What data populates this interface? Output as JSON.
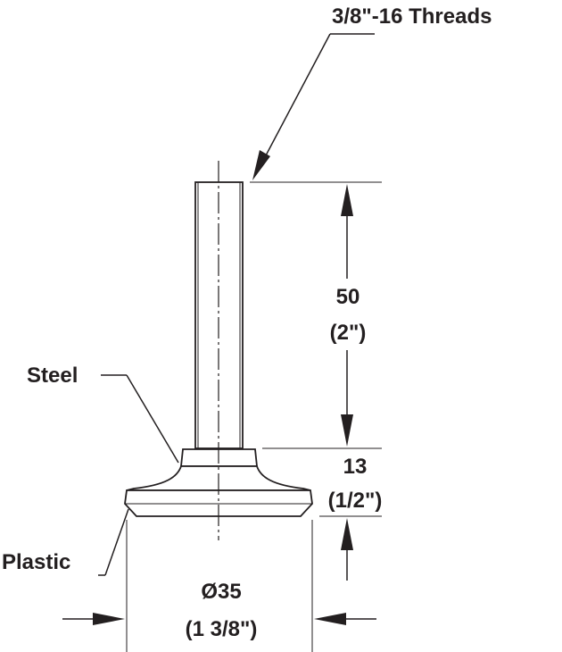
{
  "labels": {
    "threads": "3/8\"-16 Threads",
    "height_mm": "50",
    "height_in": "(2\")",
    "base_mm": "13",
    "base_in": "(1/2\")",
    "diameter_mm": "Ø35",
    "diameter_in": "(1 3/8\")",
    "steel": "Steel",
    "plastic": "Plastic"
  },
  "colors": {
    "ink": "#231f20",
    "background": "#ffffff"
  }
}
